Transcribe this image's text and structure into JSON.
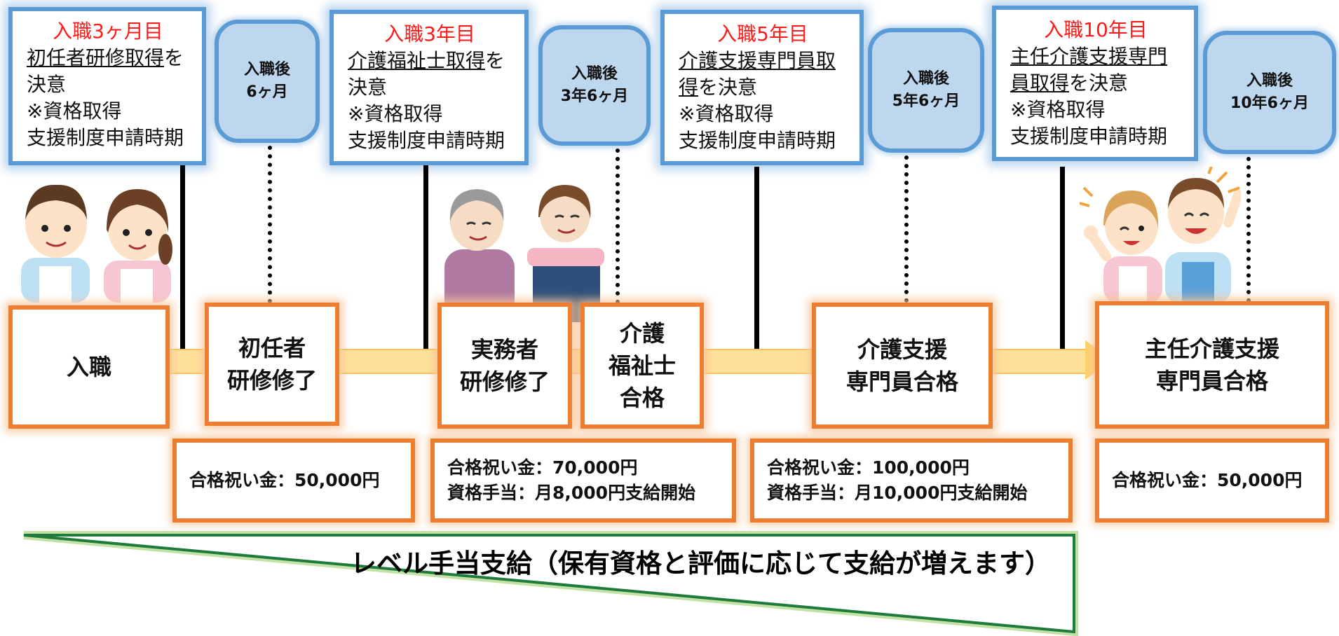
{
  "milestones": [
    {
      "period": "入職3ヶ月目",
      "line1_ul": "初任者研修取得",
      "line1_rest": "を",
      "line2": "決意",
      "line3": "※資格取得",
      "line4": "支援制度申請時期"
    },
    {
      "period": "入職3年目",
      "line1_ul": "介護福祉士取得",
      "line1_rest": "を",
      "line2": "決意",
      "line3": "※資格取得",
      "line4": "支援制度申請時期"
    },
    {
      "period": "入職5年目",
      "line1_ul": "介護支援専門員取",
      "line2_ul": "得",
      "line2_rest": "を決意",
      "line3": "※資格取得",
      "line4": "支援制度申請時期"
    },
    {
      "period": "入職10年目",
      "line1_ul": "主任介護支援専門",
      "line2_ul": "員取得",
      "line2_rest": "を決意",
      "line3": "※資格取得",
      "line4": "支援制度申請時期"
    }
  ],
  "bubbles": [
    {
      "a": "入職後",
      "b": "6ヶ月"
    },
    {
      "a": "入職後",
      "b": "3年6ヶ月"
    },
    {
      "a": "入職後",
      "b": "5年6ヶ月"
    },
    {
      "a": "入職後",
      "b": "10年6ヶ月"
    }
  ],
  "steps": {
    "s1": "入職",
    "s2a": "初任者",
    "s2b": "研修修了",
    "s3a": "実務者",
    "s3b": "研修修了",
    "s4a": "介護",
    "s4b": "福祉士",
    "s4c": "合格",
    "s5a": "介護支援",
    "s5b": "専門員合格",
    "s6a": "主任介護支援",
    "s6b": "専門員合格"
  },
  "money": {
    "m1": "合格祝い金：50,000円",
    "m2a": "合格祝い金：70,000円",
    "m2b": "資格手当：月8,000円支給開始",
    "m3a": "合格祝い金：100,000円",
    "m3b": "資格手当：月10,000円支給開始",
    "m4": "合格祝い金：50,000円"
  },
  "level_allowance": "レベル手当支給（保有資格と評価に応じて支給が増えます）",
  "colors": {
    "blue_border": "#5b9bd5",
    "bubble_fill": "#bdd7ee",
    "orange": "#ed7d31",
    "green": "#1e7b3c",
    "red": "#ff1a1a"
  }
}
